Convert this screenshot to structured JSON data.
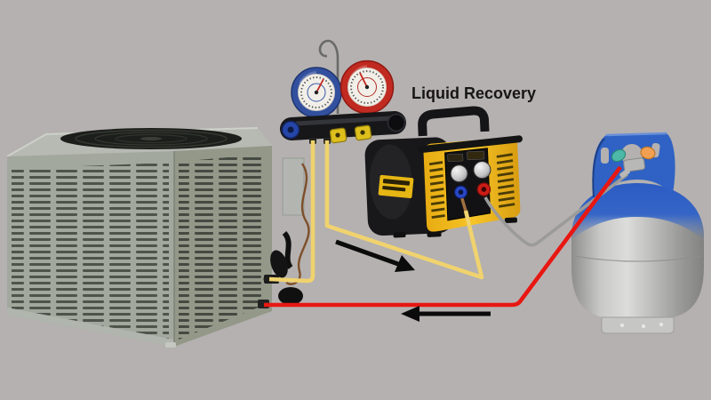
{
  "diagram": {
    "title": "Liquid Recovery",
    "background_color": "#b5b1b0"
  },
  "palette": {
    "hose_yellow": "#f0d36e",
    "hose_red": "#e81712",
    "hose_gray": "#9b9b99",
    "arrow_black": "#0b0b0b",
    "machine_yellow": "#f0b81c",
    "machine_black": "#1a1a1d",
    "tank_blue": "#3060c0",
    "tank_silver": "#c9c9c7",
    "condenser_gray": "#a3a89f",
    "gauge_low_rim": "#32509e",
    "gauge_high_rim": "#c02a20",
    "valve_teal": "#4db8a8",
    "valve_orange": "#f0a050"
  },
  "components": {
    "condenser": {
      "name": "air-conditioner-condenser-unit"
    },
    "manifold": {
      "name": "manifold-gauge-set",
      "gauges": [
        "low-pressure-blue-gauge",
        "high-pressure-red-gauge"
      ]
    },
    "machine": {
      "name": "refrigerant-recovery-machine",
      "ports": [
        "blue-inlet-port",
        "red-outlet-port"
      ]
    },
    "tank": {
      "name": "refrigerant-recovery-tank",
      "valve_handles": [
        "teal-valve-handle",
        "orange-valve-handle"
      ]
    }
  },
  "hoses": [
    {
      "id": "manifold-to-condenser-hose",
      "color_key": "hose_yellow"
    },
    {
      "id": "manifold-to-recovery-machine-hose",
      "color_key": "hose_yellow"
    },
    {
      "id": "recovery-machine-to-tank-hose",
      "color_key": "hose_gray"
    },
    {
      "id": "condenser-liquid-line-to-tank-hose",
      "color_key": "hose_red"
    }
  ],
  "arrows": [
    {
      "id": "upper-flow-arrow",
      "direction": "down-right"
    },
    {
      "id": "lower-flow-arrow",
      "direction": "left"
    }
  ]
}
